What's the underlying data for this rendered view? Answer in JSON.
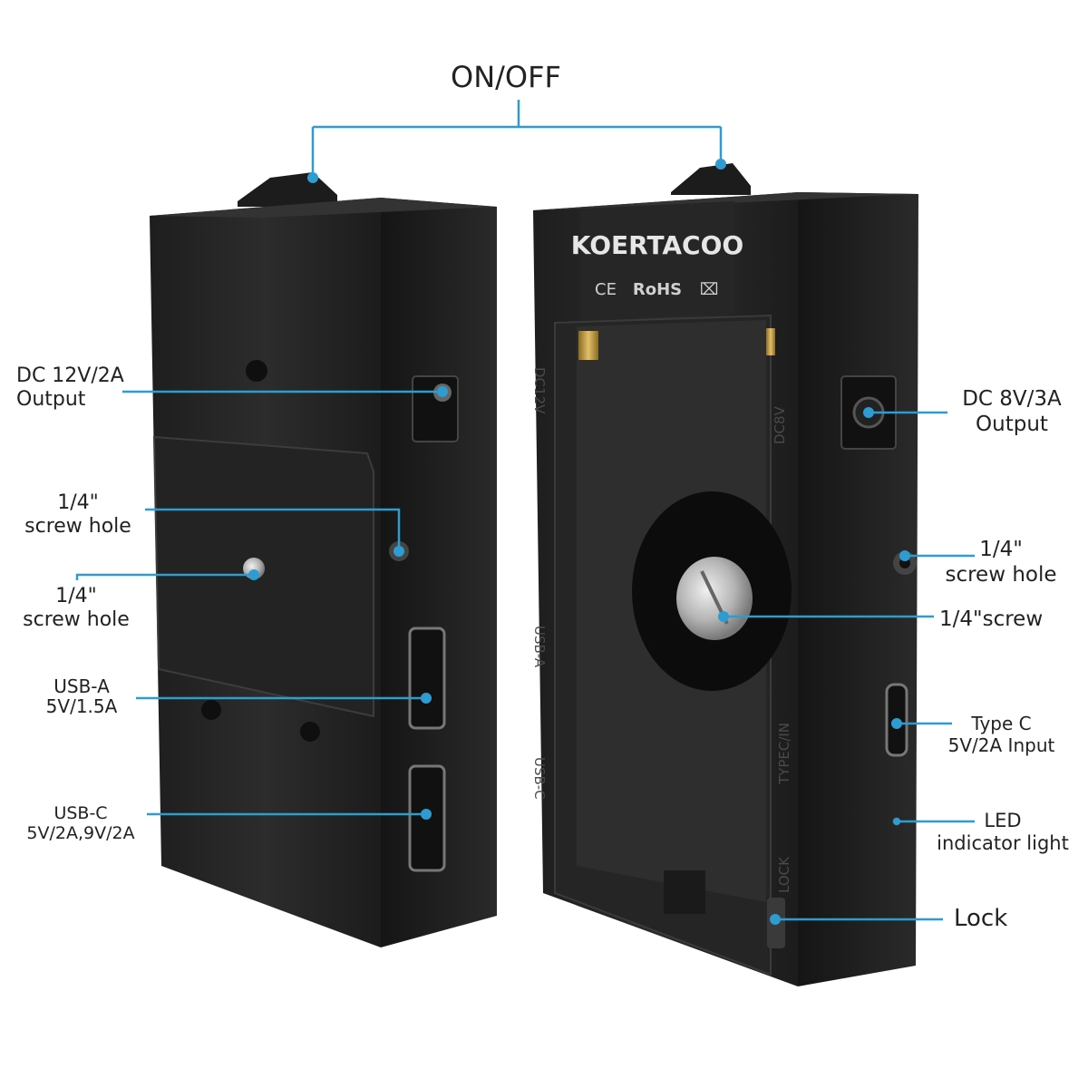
{
  "callouts": {
    "on_off": "ON/OFF",
    "dc_12v_output": "DC 12V/2A\nOutput",
    "screw_hole_left_top": "1/4\"\nscrew hole",
    "screw_hole_left_bottom": "1/4\"\nscrew hole",
    "usb_a": "USB-A\n5V/1.5A",
    "usb_c": "USB-C\n5V/2A,9V/2A",
    "dc_8v_output": "DC 8V/3A\nOutput",
    "screw_hole_right": "1/4\"\nscrew hole",
    "screw": "1/4\"screw",
    "type_c_input": "Type C\n5V/2A Input",
    "led_indicator": "LED\nindicator light",
    "lock": "Lock"
  },
  "device_markings": {
    "brand": "KOERTACOO",
    "certifications": [
      "CE",
      "RoHS",
      "⌧"
    ],
    "side_dc12v": "DC12V",
    "side_usb_a": "USB-A",
    "side_usb_c": "USB-C",
    "side_dc8v": "DC8V",
    "side_type_c": "TYPEC/IN",
    "side_lock": "LOCK"
  },
  "colors": {
    "callout_line": "#2e9bd1",
    "device_body": "#2a2a2a",
    "device_dark": "#1a1a1a",
    "label_text": "#222222"
  }
}
